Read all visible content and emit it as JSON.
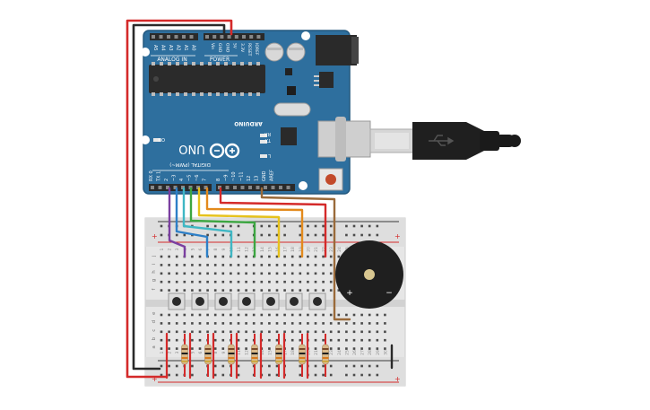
{
  "board": {
    "brand": "ARDUINO",
    "model": "UNO",
    "digital_label": "DIGITAL (PWM~)",
    "analog_label": "ANALOG IN",
    "power_label": "POWER",
    "on_label": "ON",
    "tx_label": "TX",
    "rx_label": "RX",
    "l_label": "L",
    "aref_label": "AREF",
    "gnd_label": "GND",
    "analog_pins": [
      "A0",
      "A1",
      "A2",
      "A3",
      "A4",
      "A5"
    ],
    "power_pins": [
      "IOREF",
      "RESET",
      "3.3V",
      "5V",
      "GND",
      "GND",
      "Vin"
    ],
    "digital_pins": [
      "13",
      "12",
      "~11",
      "~10",
      "~9",
      "8",
      "7",
      "~6",
      "~5",
      "4",
      "~3",
      "2",
      "TX 1",
      "RX 0"
    ]
  },
  "breadboard": {
    "row_letters_top": [
      "j",
      "i",
      "h",
      "g",
      "f"
    ],
    "row_letters_bottom": [
      "e",
      "d",
      "c",
      "b",
      "a"
    ],
    "column_numbers": [
      "1",
      "2",
      "3",
      "4",
      "5",
      "6",
      "7",
      "8",
      "9",
      "10",
      "11",
      "12",
      "13",
      "14",
      "15",
      "16",
      "17",
      "18",
      "19",
      "20",
      "21",
      "22",
      "23",
      "24",
      "25",
      "26",
      "27",
      "28",
      "29",
      "30"
    ],
    "plus_sign": "+",
    "minus_sign": "−"
  },
  "buzzer": {
    "plus_label": "+",
    "minus_label": "−"
  },
  "colors": {
    "board": "#2e6f9e",
    "board_edge": "#23587f",
    "breadboard": "#e6e6e6",
    "wire_red": "#d42a2a",
    "wire_black": "#2a2a2a",
    "wire_purple": "#7b3fa0",
    "wire_blue": "#2d7fc7",
    "wire_teal": "#3fb7c4",
    "wire_green": "#3ca641",
    "wire_yellow": "#e6c21c",
    "wire_orange": "#e38a1c",
    "wire_brown": "#9a6a3a"
  }
}
